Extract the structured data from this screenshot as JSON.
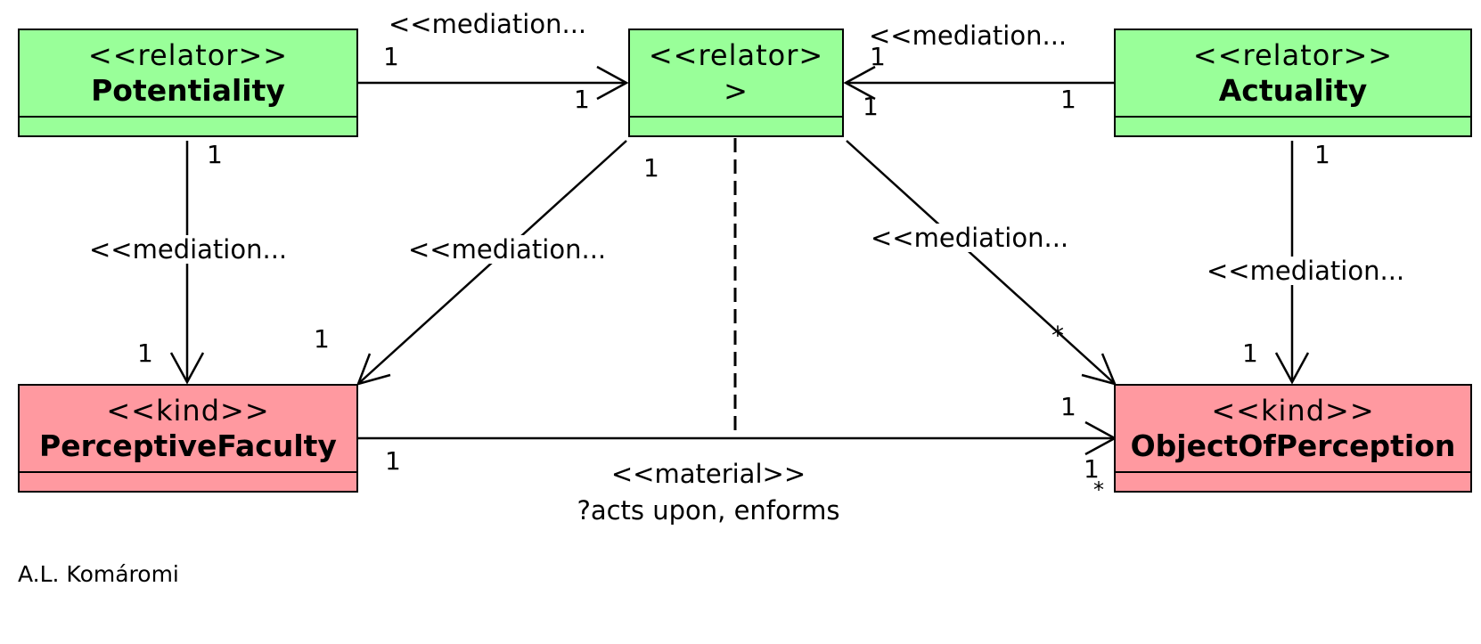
{
  "classes": {
    "potentiality": {
      "stereotype": "<<relator>>",
      "name": "Potentiality",
      "color": "#99ff99"
    },
    "relator_center": {
      "stereotype_line1": "<<relator>",
      "stereotype_line2": ">",
      "color": "#99ff99"
    },
    "actuality": {
      "stereotype": "<<relator>>",
      "name": "Actuality",
      "color": "#99ff99"
    },
    "perceptive_faculty": {
      "stereotype": "<<kind>>",
      "name": "PerceptiveFaculty",
      "color": "#ff99a0"
    },
    "object_of_perception": {
      "stereotype": "<<kind>>",
      "name": "ObjectOfPerception",
      "color": "#ff99a0"
    }
  },
  "associations": {
    "pot_to_center": {
      "label": "<<mediation...",
      "mult_source": "1",
      "mult_target": "1"
    },
    "act_to_center": {
      "label": "<<mediation...",
      "mult_source": "1",
      "mult_target_a": "1",
      "mult_target_b": "1"
    },
    "pot_to_pf": {
      "label": "<<mediation...",
      "mult_source": "1",
      "mult_target": "1"
    },
    "center_to_pf": {
      "label": "<<mediation...",
      "mult_source": "1",
      "mult_target": "1"
    },
    "center_to_oop": {
      "label": "<<mediation...",
      "mult_target": "*"
    },
    "act_to_oop": {
      "label": "<<mediation...",
      "mult_source": "1",
      "mult_target": "1"
    },
    "material": {
      "stereotype": "<<material>>",
      "name": "?acts upon, enforms",
      "mult_source": "1",
      "mult_target": "1",
      "mult_target_b": "1",
      "mult_target_star": "*"
    }
  },
  "author": "A.L. Komáromi"
}
